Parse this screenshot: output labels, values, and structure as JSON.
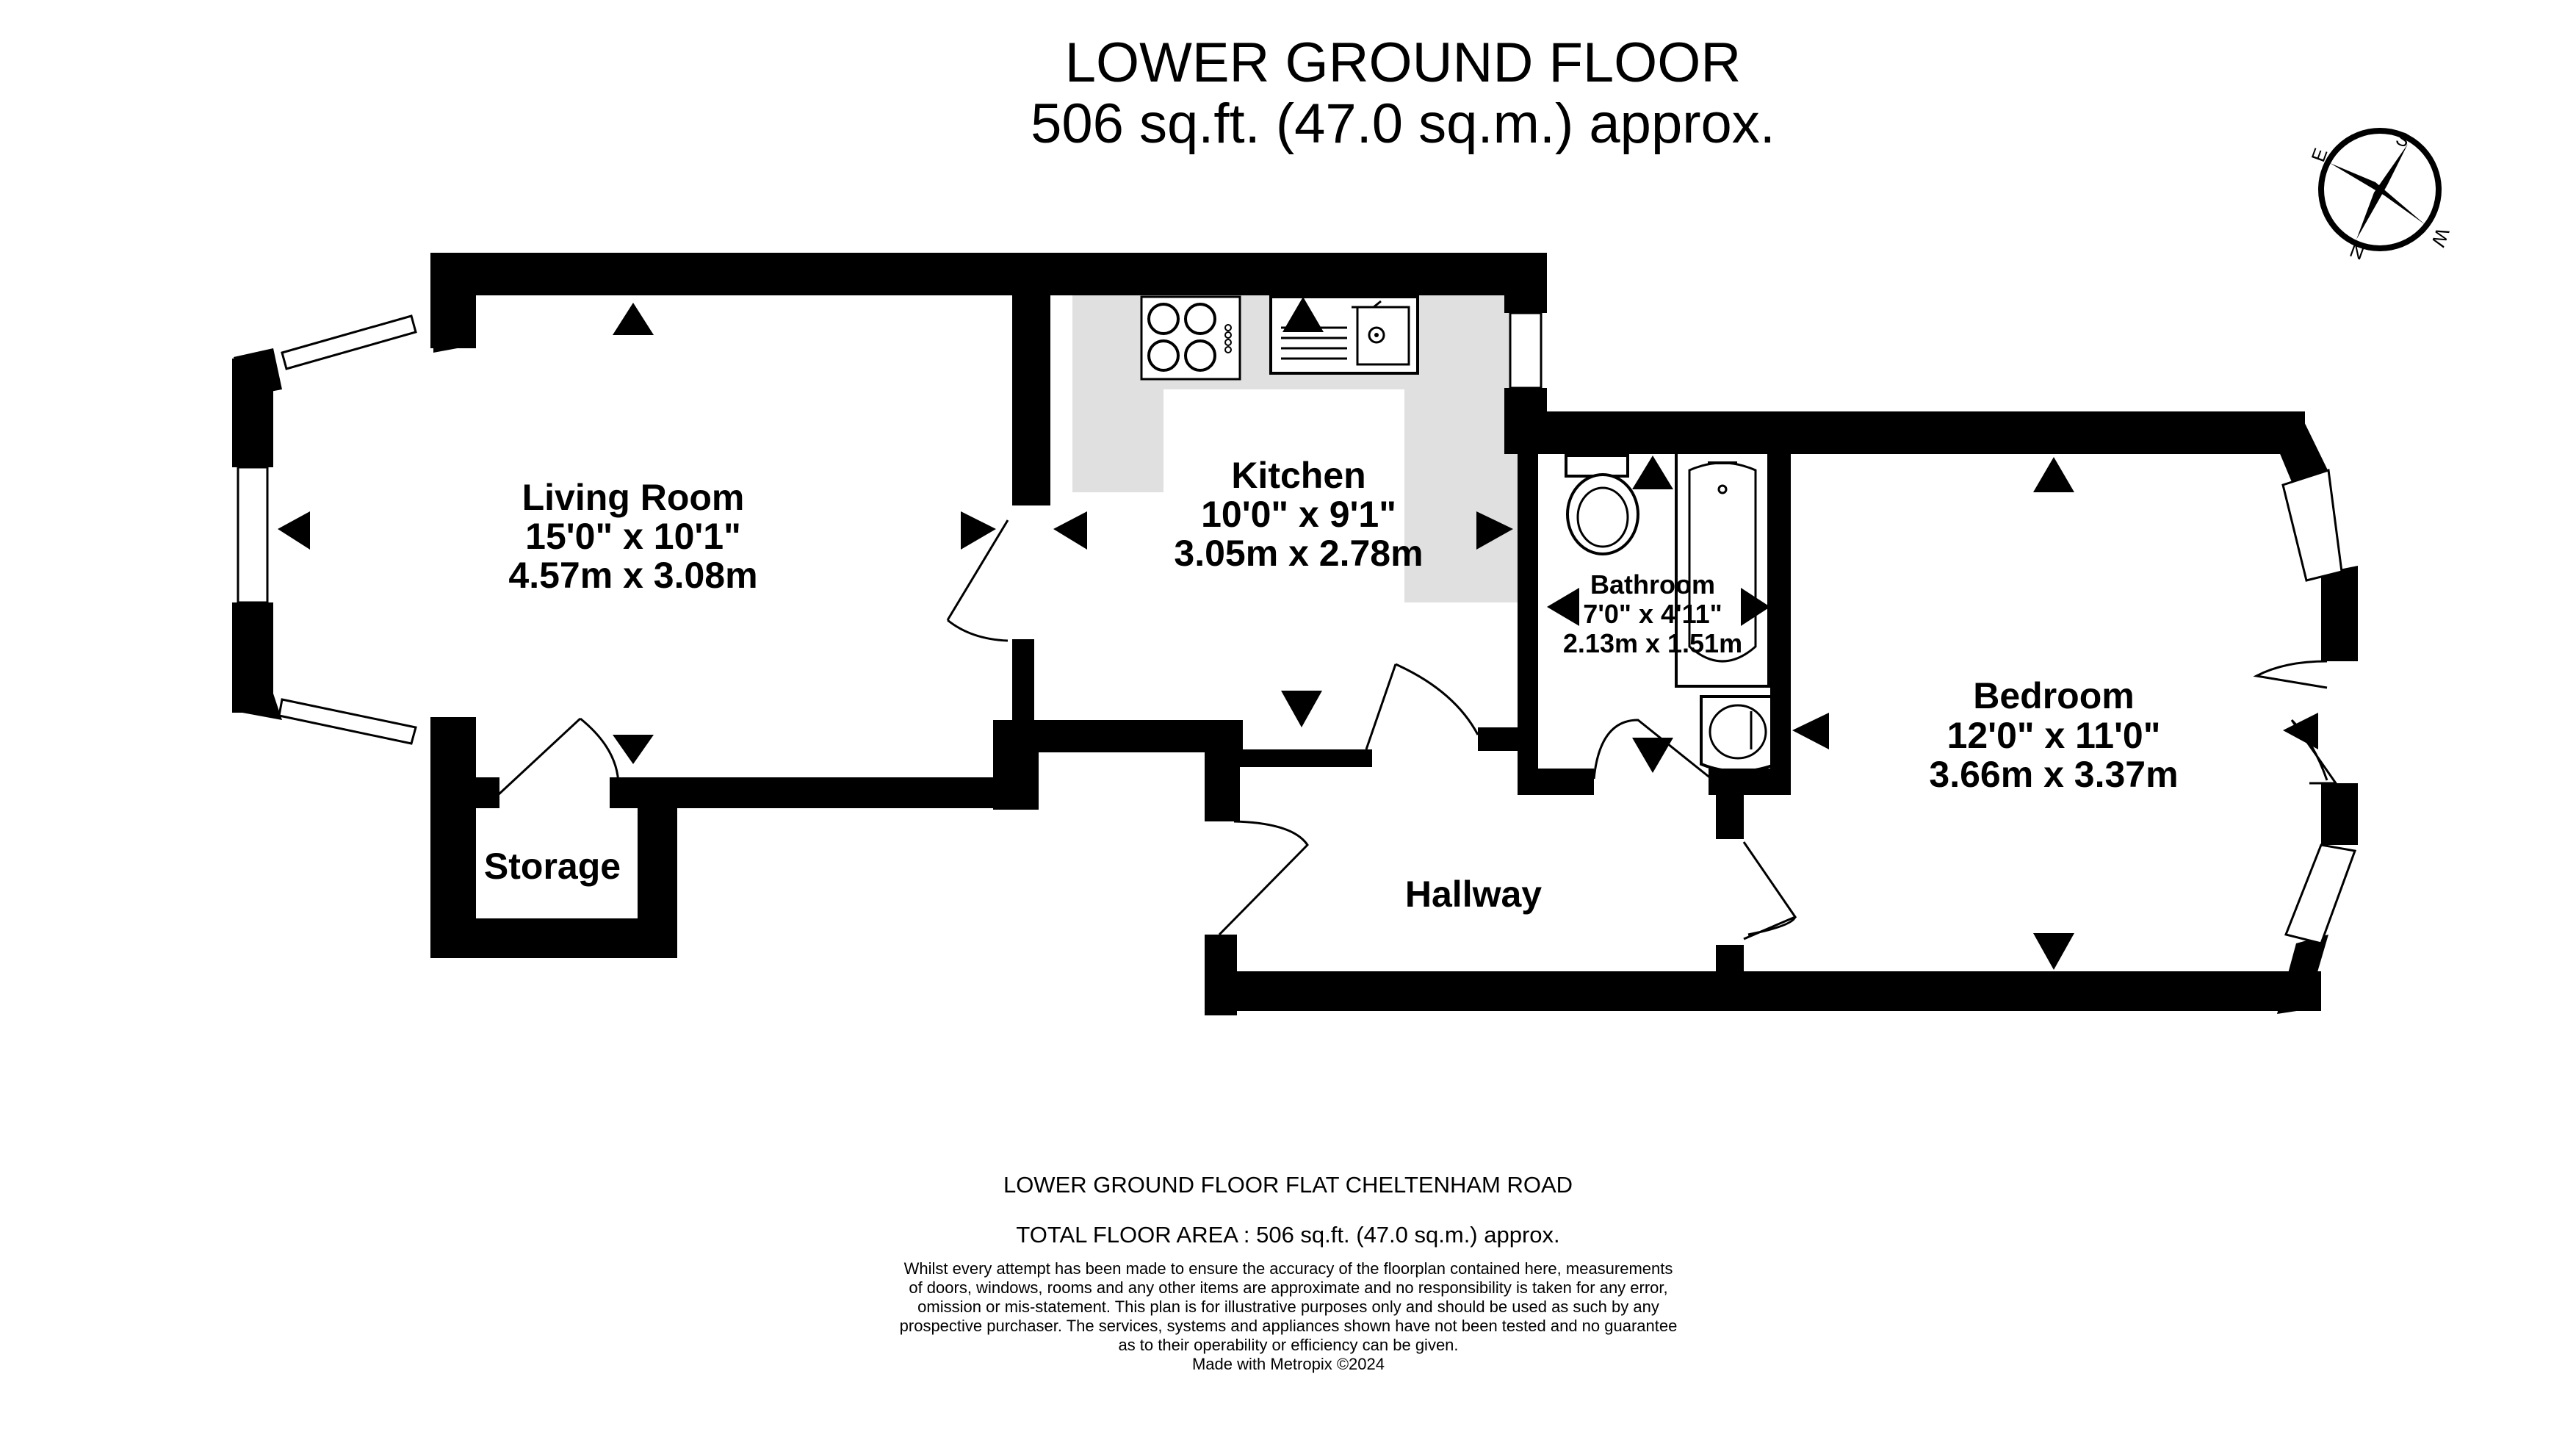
{
  "header": {
    "title": "LOWER GROUND FLOOR",
    "area": "506 sq.ft. (47.0 sq.m.) approx."
  },
  "compass": {
    "labels": [
      "S",
      "W",
      "N",
      "E"
    ]
  },
  "rooms": {
    "living": {
      "name": "Living Room",
      "imperial": "15'0\"  x 10'1\"",
      "metric": "4.57m  x 3.08m"
    },
    "kitchen": {
      "name": "Kitchen",
      "imperial": "10'0\"  x 9'1\"",
      "metric": "3.05m  x 2.78m"
    },
    "bathroom": {
      "name": "Bathroom",
      "imperial": "7'0\"  x 4'11\"",
      "metric": "2.13m  x 1.51m"
    },
    "bedroom": {
      "name": "Bedroom",
      "imperial": "12'0\"  x 11'0\"",
      "metric": "3.66m  x 3.37m"
    },
    "storage": {
      "name": "Storage"
    },
    "hallway": {
      "name": "Hallway"
    }
  },
  "footer": {
    "site": "LOWER GROUND FLOOR FLAT CHELTENHAM ROAD",
    "total": "TOTAL FLOOR AREA : 506 sq.ft. (47.0 sq.m.) approx.",
    "disclaimer": [
      "Whilst every attempt has been made to ensure the accuracy of the floorplan contained here, measurements",
      "of doors, windows, rooms and any other items are approximate and no responsibility is taken for any error,",
      "omission or mis-statement. This plan is for illustrative purposes only and should be used as such by any",
      "prospective purchaser. The services, systems and appliances shown have not been tested and no guarantee",
      "as to their operability or efficiency can be given.",
      "Made with Metropix ©2024"
    ]
  },
  "colors": {
    "wall": "#000000",
    "worktop": "#e0e0e0",
    "window": "#ffffff"
  }
}
